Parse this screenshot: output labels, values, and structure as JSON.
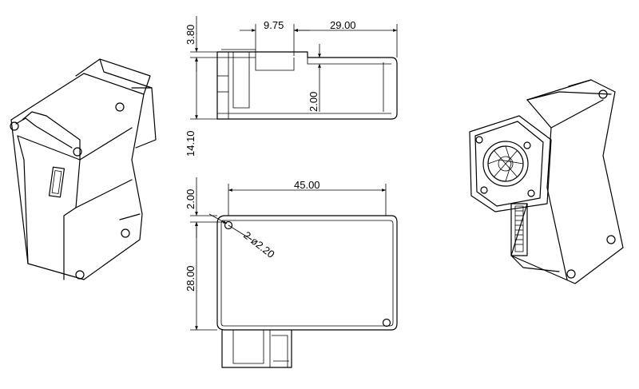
{
  "dimensions": {
    "width_9_75": "9.75",
    "width_29": "29.00",
    "height_3_8": "3.80",
    "height_2_top": "2.00",
    "height_14_1": "14.10",
    "height_2_bottom": "2.00",
    "width_45": "45.00",
    "hole_callout": "2-ø2.20",
    "height_28": "28.00"
  }
}
